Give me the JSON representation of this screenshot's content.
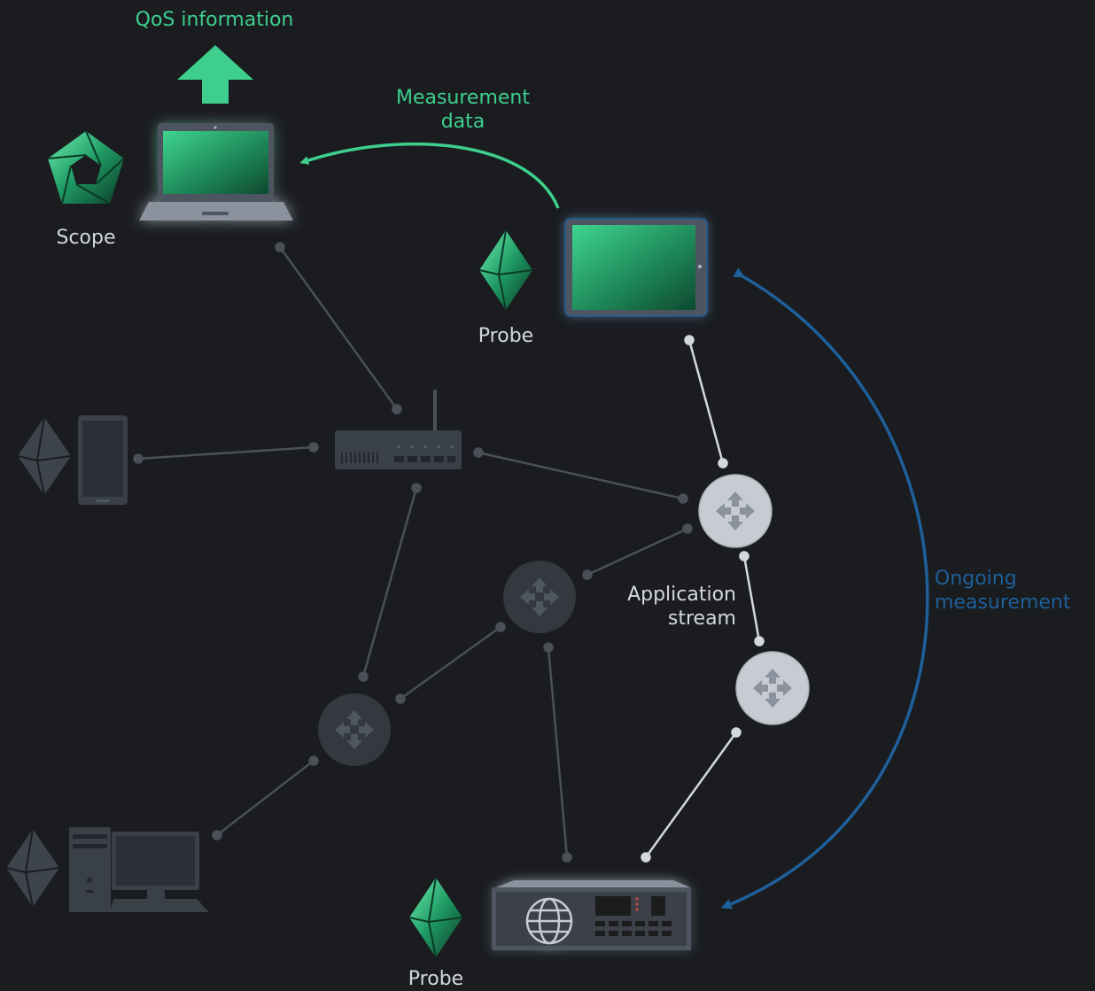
{
  "labels": {
    "qos_information": "QoS information",
    "measurement_data_line1": "Measurement",
    "measurement_data_line2": "data",
    "scope": "Scope",
    "probe_tablet": "Probe",
    "probe_server": "Probe",
    "application_stream_line1": "Application",
    "application_stream_line2": "stream",
    "ongoing_measurement_line1": "Ongoing",
    "ongoing_measurement_line2": "measurement"
  },
  "colors": {
    "background": "#1a1c1f",
    "accent_green": "#3ecf8e",
    "flow_blue": "#1f5f9a",
    "active_link": "#d4d8dd",
    "inactive_link": "#4a5058",
    "inactive_device": "#3a4048"
  },
  "icons": [
    "scope-logo-icon",
    "laptop-icon",
    "tablet-icon",
    "probe-crystal-icon",
    "router-icon",
    "wifi-router-icon",
    "smartphone-icon",
    "desktop-computer-icon",
    "rack-server-icon",
    "upload-arrow-icon"
  ]
}
